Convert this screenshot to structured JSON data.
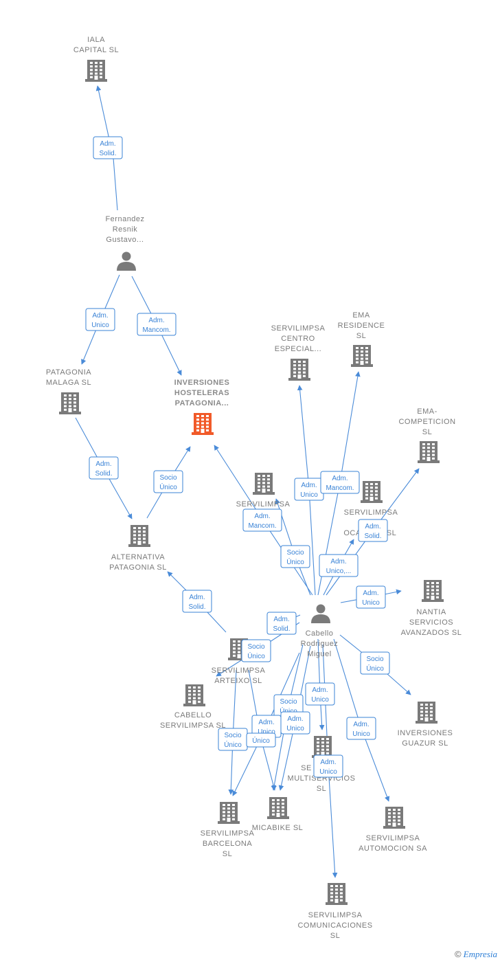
{
  "colors": {
    "building": "#7a7a7a",
    "focus_building": "#f15a29",
    "person": "#7a7a7a",
    "edge": "#4a8bd8",
    "edge_label": "#3a83d6"
  },
  "footer": {
    "copyright": "©",
    "brand": "Empresia"
  },
  "nodes": [
    {
      "id": "iala",
      "kind": "company",
      "lines": [
        "IALA",
        "CAPITAL  SL"
      ]
    },
    {
      "id": "fernandez",
      "kind": "person",
      "lines": [
        "Fernandez",
        "Resnik",
        "Gustavo..."
      ]
    },
    {
      "id": "patagonia_malaga",
      "kind": "company",
      "lines": [
        "PATAGONIA",
        "MALAGA  SL"
      ]
    },
    {
      "id": "inversiones_hosteleras",
      "kind": "focus",
      "lines": [
        "INVERSIONES",
        "HOSTELERAS",
        "PATAGONIA..."
      ]
    },
    {
      "id": "alternativa",
      "kind": "company",
      "lines": [
        "ALTERNATIVA",
        "PATAGONIA  SL"
      ]
    },
    {
      "id": "centro_especial",
      "kind": "company",
      "lines": [
        "SERVILIMPSA",
        "CENTRO",
        "ESPECIAL..."
      ]
    },
    {
      "id": "ema_residence",
      "kind": "company",
      "lines": [
        "EMA",
        "RESIDENCE",
        "SL"
      ]
    },
    {
      "id": "ema_competicion",
      "kind": "company",
      "lines": [
        "EMA-",
        "COMPETICION",
        "SL"
      ]
    },
    {
      "id": "servilimpsa_a",
      "kind": "company",
      "lines": [
        "SERVILIMPSA"
      ]
    },
    {
      "id": "servilimpsa_b",
      "kind": "company",
      "lines": [
        "SERVILIMPSA"
      ]
    },
    {
      "id": "oca",
      "kind": "company",
      "lines": [
        "OCA",
        "SL"
      ]
    },
    {
      "id": "nantia",
      "kind": "company",
      "lines": [
        "NANTIA",
        "SERVICIOS",
        "AVANZADOS SL"
      ]
    },
    {
      "id": "cabello_person",
      "kind": "person",
      "lines": [
        "Cabello",
        "Rodriguez",
        "Miguel"
      ]
    },
    {
      "id": "arteixo",
      "kind": "company",
      "lines": [
        "SERVILIMPSA",
        "ARTEIXO  SL"
      ]
    },
    {
      "id": "cabello_servilimpsa",
      "kind": "company",
      "lines": [
        "CABELLO",
        "SERVILIMPSA SL"
      ]
    },
    {
      "id": "inversiones_guazur",
      "kind": "company",
      "lines": [
        "INVERSIONES",
        "GUAZUR  SL"
      ]
    },
    {
      "id": "multiservicios",
      "kind": "company",
      "lines": [
        "SE",
        "MULTISERVICIOS",
        "SL"
      ]
    },
    {
      "id": "barcelona",
      "kind": "company",
      "lines": [
        "SERVILIMPSA",
        "BARCELONA",
        "SL"
      ]
    },
    {
      "id": "micabike",
      "kind": "company",
      "lines": [
        "MICABIKE SL"
      ]
    },
    {
      "id": "automocion",
      "kind": "company",
      "lines": [
        "SERVILIMPSA",
        "AUTOMOCION SA"
      ]
    },
    {
      "id": "comunicaciones",
      "kind": "company",
      "lines": [
        "SERVILIMPSA",
        "COMUNICACIONES",
        "SL"
      ]
    }
  ],
  "edges": [
    {
      "id": "e1",
      "from": "fernandez",
      "to": "iala",
      "lines": [
        "Adm.",
        "Solid."
      ]
    },
    {
      "id": "e2",
      "from": "fernandez",
      "to": "patagonia_malaga",
      "lines": [
        "Adm.",
        "Unico"
      ]
    },
    {
      "id": "e3",
      "from": "fernandez",
      "to": "inversiones_hosteleras",
      "lines": [
        "Adm.",
        "Mancom."
      ]
    },
    {
      "id": "e4",
      "from": "patagonia_malaga",
      "to": "alternativa",
      "lines": [
        "Adm.",
        "Solid."
      ]
    },
    {
      "id": "e5",
      "from": "alternativa",
      "to": "inversiones_hosteleras",
      "lines": [
        "Socio",
        "Único"
      ]
    },
    {
      "id": "e6",
      "from": "cabello_person",
      "to": "inversiones_hosteleras",
      "lines": [
        "Adm.",
        "Mancom."
      ]
    },
    {
      "id": "e7",
      "from": "cabello_person",
      "to": "centro_especial",
      "lines": [
        "Adm.",
        "Unico"
      ]
    },
    {
      "id": "e8",
      "from": "cabello_person",
      "to": "ema_residence",
      "lines": [
        "Adm.",
        "Mancom."
      ]
    },
    {
      "id": "e9",
      "from": "cabello_person",
      "to": "ema_competicion",
      "lines": [
        "Adm.",
        "Solid."
      ]
    },
    {
      "id": "e10",
      "from": "cabello_person",
      "to": "servilimpsa_a",
      "lines": [
        "Socio",
        "Único"
      ]
    },
    {
      "id": "e11",
      "from": "cabello_person",
      "to": "oca",
      "lines": [
        "Adm.",
        "Unico,..."
      ]
    },
    {
      "id": "e12",
      "from": "cabello_person",
      "to": "nantia",
      "lines": [
        "Adm.",
        "Unico"
      ]
    },
    {
      "id": "e13",
      "from": "arteixo",
      "to": "alternativa",
      "lines": [
        "Adm.",
        "Solid."
      ]
    },
    {
      "id": "e14",
      "from": "cabello_person",
      "to": "arteixo",
      "lines": [
        "Adm.",
        "Solid."
      ]
    },
    {
      "id": "e15",
      "from": "cabello_person",
      "to": "arteixo",
      "lines": [
        "Socio",
        "Único"
      ]
    },
    {
      "id": "e16",
      "from": "cabello_person",
      "to": "inversiones_guazur",
      "lines": [
        "Socio",
        "Único"
      ]
    },
    {
      "id": "e17",
      "from": "cabello_person",
      "to": "multiservicios",
      "lines": [
        "Adm.",
        "Unico"
      ]
    },
    {
      "id": "e18",
      "from": "cabello_person",
      "to": "micabike",
      "lines": [
        "Socio",
        "Único"
      ]
    },
    {
      "id": "e19",
      "from": "cabello_person",
      "to": "micabike",
      "lines": [
        "Adm.",
        "Unico"
      ]
    },
    {
      "id": "e20",
      "from": "cabello_person",
      "to": "barcelona",
      "lines": [
        "Adm.",
        "Unico"
      ]
    },
    {
      "id": "e21",
      "from": "arteixo",
      "to": "barcelona",
      "lines": [
        "Socio",
        "Único"
      ]
    },
    {
      "id": "e22",
      "from": "arteixo",
      "to": "micabike",
      "lines": [
        "Único"
      ]
    },
    {
      "id": "e23",
      "from": "cabello_person",
      "to": "automocion",
      "lines": [
        "Adm.",
        "Unico"
      ]
    },
    {
      "id": "e24",
      "from": "cabello_person",
      "to": "comunicaciones",
      "lines": [
        "Adm.",
        "Unico"
      ]
    }
  ]
}
